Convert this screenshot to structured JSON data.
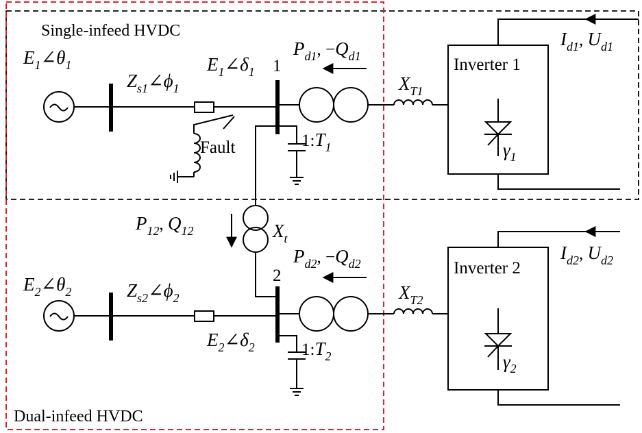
{
  "boxes": {
    "single_title": "Single-infeed HVDC",
    "dual_title": "Dual-infeed HVDC",
    "single_color": "#000000",
    "dual_color": "#e0202a"
  },
  "top": {
    "source": {
      "sym": "E",
      "sub": "1",
      "angle": "∠θ",
      "angle_sub": "1"
    },
    "impedance": {
      "sym": "Z",
      "sub": "s1",
      "angle": "∠ϕ",
      "angle_sub": "1"
    },
    "bus_voltage": {
      "sym": "E",
      "sub": "1",
      "angle": "∠δ",
      "angle_sub": "1"
    },
    "bus_number": "1",
    "power": {
      "p": "P",
      "p_sub": "d1",
      "comma": ", −",
      "q": "Q",
      "q_sub": "d1"
    },
    "transformer_ratio": {
      "prefix": "1:",
      "sym": "T",
      "sub": "1"
    },
    "reactance": {
      "sym": "X",
      "sub": "T1"
    },
    "inverter": "Inverter 1",
    "gamma": {
      "sym": "γ",
      "sub": "1"
    },
    "dc": {
      "i": "I",
      "i_sub": "d1",
      "comma": ", ",
      "u": "U",
      "u_sub": "d1"
    },
    "fault": "Fault"
  },
  "tie": {
    "power": {
      "p": "P",
      "p_sub": "12",
      "comma": ", ",
      "q": "Q",
      "q_sub": "12"
    },
    "reactance": {
      "sym": "X",
      "sub": "t"
    }
  },
  "bottom": {
    "source": {
      "sym": "E",
      "sub": "2",
      "angle": "∠θ",
      "angle_sub": "2"
    },
    "impedance": {
      "sym": "Z",
      "sub": "s2",
      "angle": "∠ϕ",
      "angle_sub": "2"
    },
    "bus_voltage": {
      "sym": "E",
      "sub": "2",
      "angle": "∠δ",
      "angle_sub": "2"
    },
    "bus_number": "2",
    "power": {
      "p": "P",
      "p_sub": "d2",
      "comma": ", −",
      "q": "Q",
      "q_sub": "d2"
    },
    "transformer_ratio": {
      "prefix": "1:",
      "sym": "T",
      "sub": "2"
    },
    "reactance": {
      "sym": "X",
      "sub": "T2"
    },
    "inverter": "Inverter 2",
    "gamma": {
      "sym": "γ",
      "sub": "2"
    },
    "dc": {
      "i": "I",
      "i_sub": "d2",
      "comma": ", ",
      "u": "U",
      "u_sub": "d2"
    }
  }
}
